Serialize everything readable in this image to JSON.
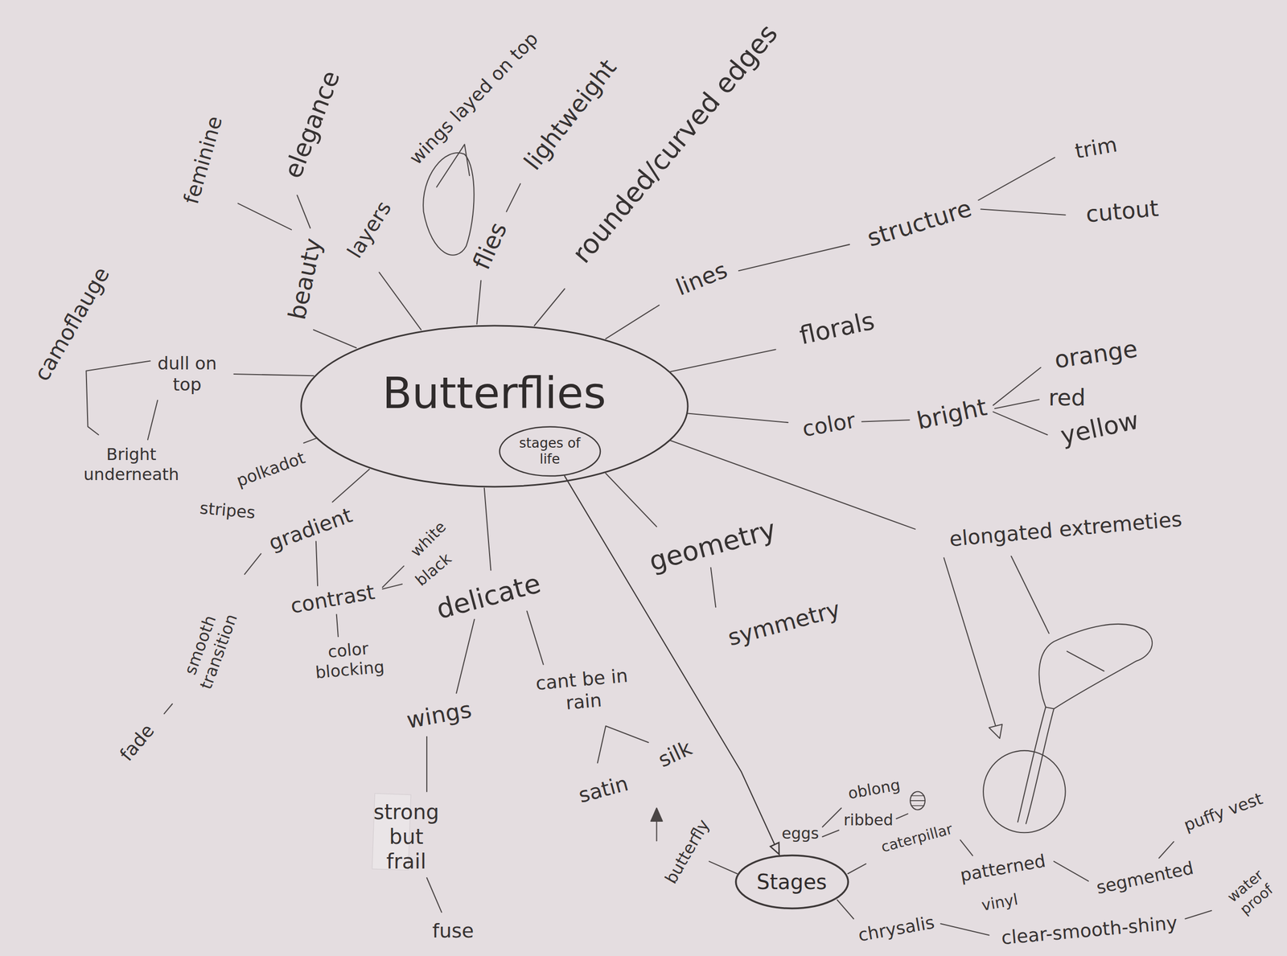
{
  "diagram": {
    "nodes": [
      {
        "text": [
          "Butterflies"
        ]
      },
      {
        "text": [
          "stages of life"
        ],
        "in": 0
      },
      {
        "text": [
          "Stages"
        ]
      }
    ],
    "edges": [
      {
        "from": 1,
        "to": 2,
        "arrow": "to"
      }
    ],
    "labels": [
      "camoflauge",
      "feminine",
      "elegance",
      "beauty",
      "layers",
      "wings layed on top",
      "flies",
      "lightweight",
      "rounded/curved edges",
      "lines",
      "structure",
      "trim",
      "cutout",
      "florals",
      "color",
      "bright",
      "orange",
      "red",
      "yellow",
      "dull on top",
      "Bright underneath",
      "polkadot",
      "stripes",
      "gradient",
      "contrast",
      "white",
      "black",
      "smooth transition",
      "fade",
      "color blocking",
      "delicate",
      "wings",
      "strong but frail",
      "fuse",
      "cant be in rain",
      "satin",
      "silk",
      "geometry",
      "symmetry",
      "elongated extremeties",
      "eggs",
      "oblong",
      "ribbed",
      "butterfly",
      "caterpillar",
      "patterned",
      "segmented",
      "puffy vest",
      "chrysalis",
      "vinyl",
      "clear-smooth-shiny",
      "water proof"
    ]
  }
}
